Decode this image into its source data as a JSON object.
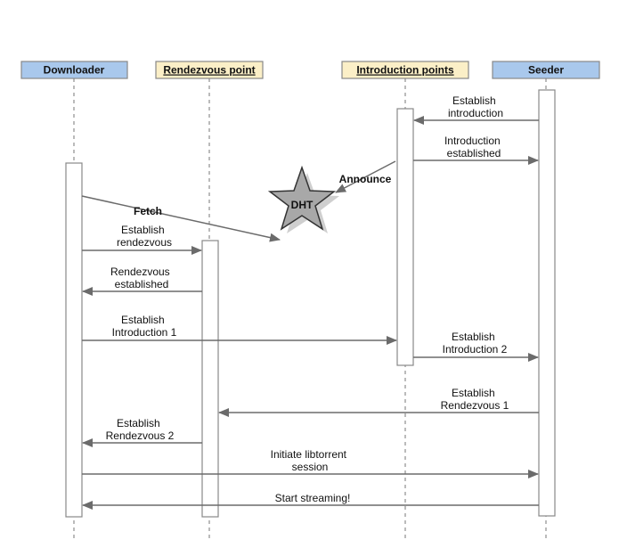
{
  "participants": [
    {
      "name": "Downloader",
      "style": "blue"
    },
    {
      "name": "Rendezvous point",
      "style": "yellow"
    },
    {
      "name": "Introduction points",
      "style": "yellow"
    },
    {
      "name": "Seeder",
      "style": "blue"
    }
  ],
  "colors": {
    "blue_header": "#a9c8ec",
    "yellow_header": "#fbefc7",
    "arrow": "#6b6b6b",
    "star_fill": "#a8a8a8",
    "star_shadow": "#cfcfcf"
  },
  "messages": [
    {
      "from": "Seeder",
      "to": "Introduction points",
      "lines": [
        "Establish",
        "introduction"
      ]
    },
    {
      "from": "Introduction points",
      "to": "Seeder",
      "lines": [
        "Introduction",
        "established"
      ]
    },
    {
      "from": "Downloader",
      "to": "Rendezvous point",
      "lines": [
        "Establish",
        "rendezvous"
      ]
    },
    {
      "from": "Rendezvous point",
      "to": "Downloader",
      "lines": [
        "Rendezvous",
        "established"
      ]
    },
    {
      "from": "Downloader",
      "to": "Introduction points",
      "lines": [
        "Establish",
        "Introduction 1"
      ]
    },
    {
      "from": "Introduction points",
      "to": "Seeder",
      "lines": [
        "Establish",
        "Introduction 2"
      ]
    },
    {
      "from": "Seeder",
      "to": "Rendezvous point",
      "lines": [
        "Establish",
        "Rendezvous 1"
      ]
    },
    {
      "from": "Rendezvous point",
      "to": "Downloader",
      "lines": [
        "Establish",
        "Rendezvous 2"
      ]
    },
    {
      "from": "Downloader",
      "to": "Seeder",
      "lines": [
        "Initiate libtorrent",
        "session"
      ]
    },
    {
      "from": "Seeder",
      "to": "Downloader",
      "lines": [
        "Start streaming!"
      ]
    }
  ],
  "dht": {
    "label": "DHT",
    "fetch_label": "Fetch",
    "announce_label": "Announce"
  }
}
